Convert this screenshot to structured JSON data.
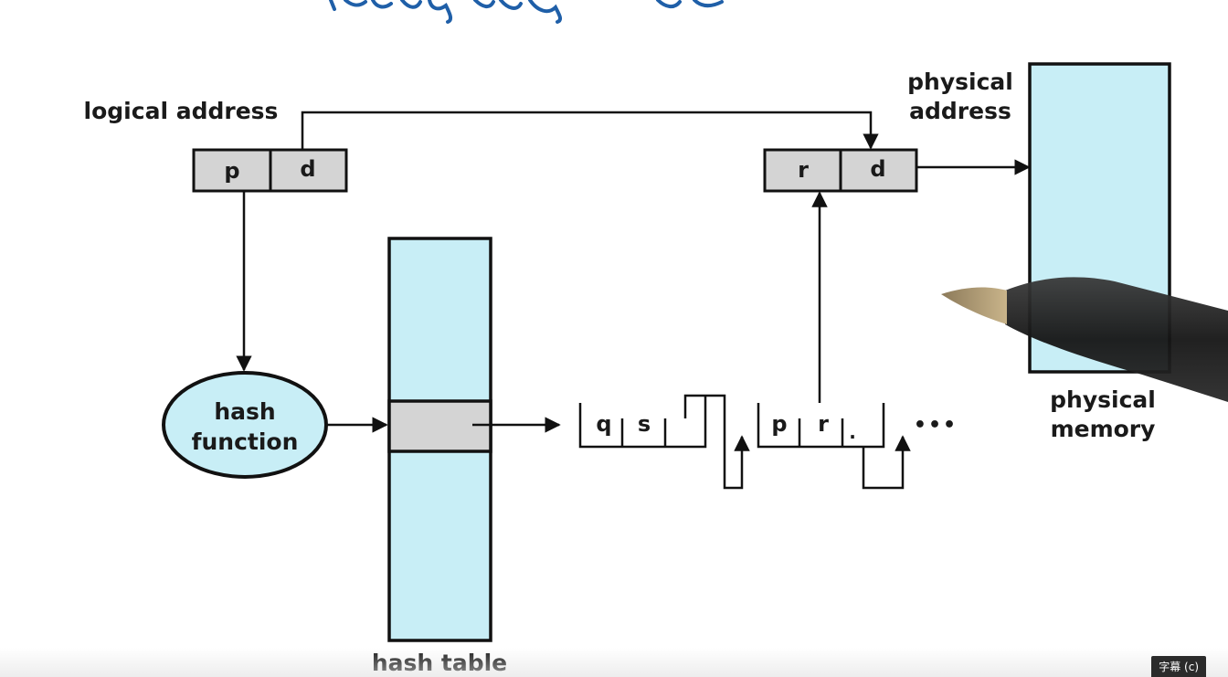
{
  "diagram": {
    "logical_address": {
      "label": "logical address",
      "fields": [
        "p",
        "d"
      ]
    },
    "physical_address": {
      "label_line1": "physical",
      "label_line2": "address",
      "fields": [
        "r",
        "d"
      ]
    },
    "hash_function": {
      "line1": "hash",
      "line2": "function"
    },
    "hash_table": {
      "label": "hash table"
    },
    "chain": {
      "node1": [
        "q",
        "s"
      ],
      "node2": [
        "p",
        "r"
      ],
      "null_mark": ".",
      "ellipsis": "•••"
    },
    "physical_memory": {
      "line1": "physical",
      "line2": "memory"
    }
  },
  "player": {
    "caption_button": "字幕 (c)"
  },
  "colors": {
    "light_blue": "#c8eef6",
    "gray_box": "#d4d4d4",
    "stroke": "#111111",
    "ink_blue": "#1f5fa8"
  }
}
